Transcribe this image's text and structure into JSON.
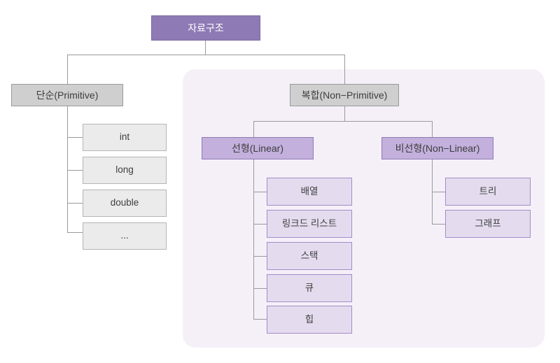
{
  "diagram": {
    "title": "자료구조",
    "type": "tree-hierarchy",
    "colors": {
      "root_fill": "#8e7ab5",
      "root_border": "#7c68a5",
      "root_text": "#ffffff",
      "category_gray_fill": "#cfcfcf",
      "category_gray_border": "#9a9a9a",
      "mid_purple_fill": "#c3b0dd",
      "mid_purple_border": "#8e7ab5",
      "leaf_purple_fill": "#e4dcee",
      "leaf_purple_border": "#a58bc9",
      "leaf_gray_fill": "#ebebeb",
      "leaf_gray_border": "#b5b5b5",
      "panel_fill": "#f5f0f8",
      "connector": "#9a9a9a",
      "page_background": "#ffffff"
    },
    "root": {
      "label": "자료구조"
    },
    "primitive": {
      "label": "단순(Primitive)",
      "children": [
        {
          "label": "int"
        },
        {
          "label": "long"
        },
        {
          "label": "double"
        },
        {
          "label": "..."
        }
      ]
    },
    "non_primitive": {
      "label": "복합(Non−Primitive)",
      "linear": {
        "label": "선형(Linear)",
        "children": [
          {
            "label": "배열"
          },
          {
            "label": "링크드 리스트"
          },
          {
            "label": "스택"
          },
          {
            "label": "큐"
          },
          {
            "label": "힙"
          }
        ]
      },
      "non_linear": {
        "label": "비선형(Non−Linear)",
        "children": [
          {
            "label": "트리"
          },
          {
            "label": "그래프"
          }
        ]
      }
    }
  }
}
